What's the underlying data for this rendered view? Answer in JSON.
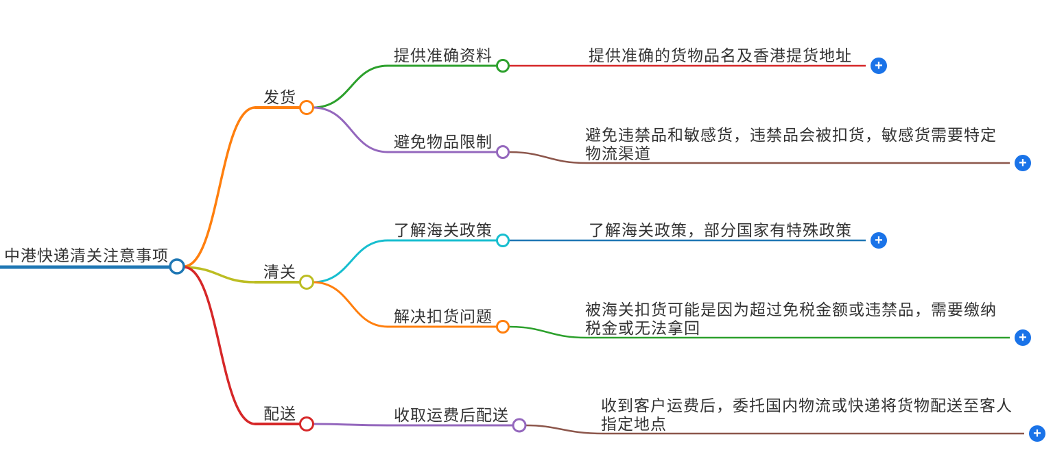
{
  "root": {
    "label": "中港快递清关注意事项",
    "color": "#1f77b4"
  },
  "branches": [
    {
      "label": "发货",
      "color": "#ff7f0e",
      "children": [
        {
          "label": "提供准确资料",
          "color": "#2ca02c",
          "detail": "提供准确的货物品名及香港提货地址",
          "detail_color": "#d62728"
        },
        {
          "label": "避免物品限制",
          "color": "#9467bd",
          "detail": "避免违禁品和敏感货，违禁品会被扣货，敏感货需要特定物流渠道",
          "detail_color": "#8c564b"
        }
      ]
    },
    {
      "label": "清关",
      "color": "#bcbd22",
      "children": [
        {
          "label": "了解海关政策",
          "color": "#17becf",
          "detail": "了解海关政策，部分国家有特殊政策",
          "detail_color": "#1f77b4"
        },
        {
          "label": "解决扣货问题",
          "color": "#ff7f0e",
          "detail": "被海关扣货可能是因为超过免税金额或违禁品，需要缴纳税金或无法拿回",
          "detail_color": "#2ca02c"
        }
      ]
    },
    {
      "label": "配送",
      "color": "#d62728",
      "children": [
        {
          "label": "收取运费后配送",
          "color": "#9467bd",
          "detail": "收到客户运费后，委托国内物流或快递将货物配送至客人指定地点",
          "detail_color": "#8c564b"
        }
      ]
    }
  ],
  "expand_button": {
    "label": "+",
    "color": "#1a73e8"
  },
  "text_color": "#333333",
  "background": "#ffffff"
}
